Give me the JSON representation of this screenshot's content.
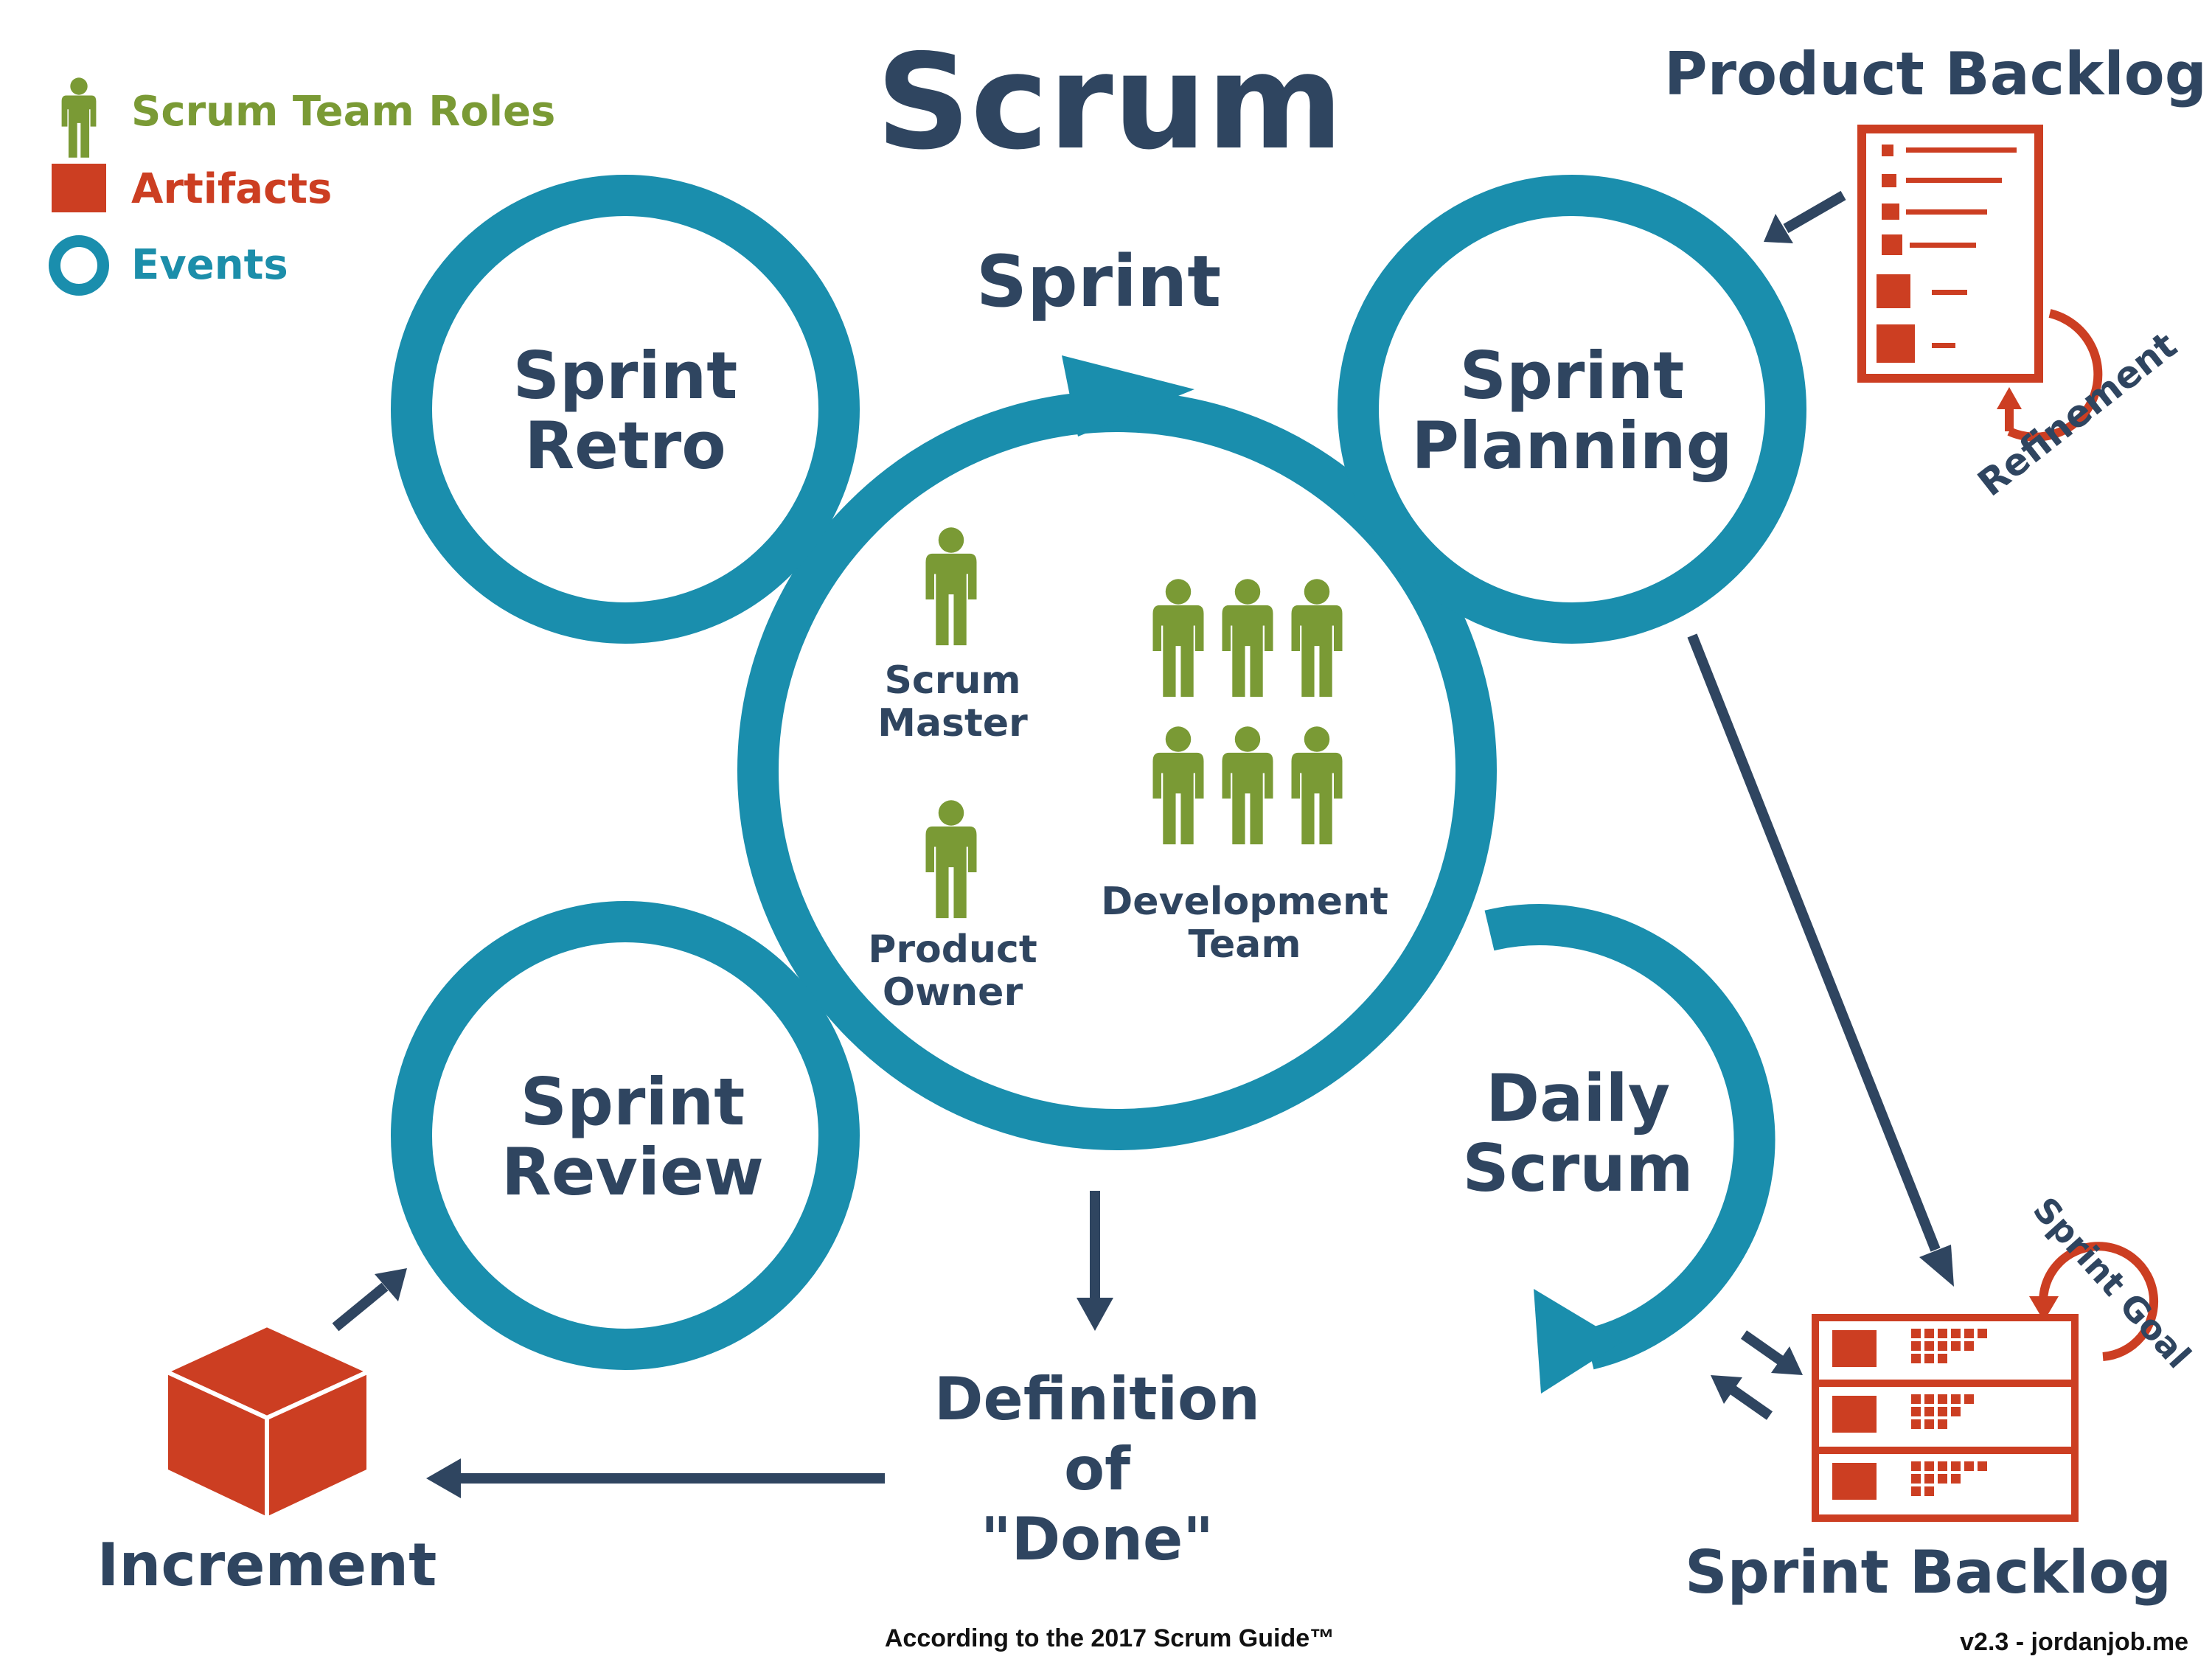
{
  "title": "Scrum",
  "legend": {
    "roles": "Scrum Team Roles",
    "artifacts": "Artifacts",
    "events": "Events",
    "roles_icon": "person-icon",
    "artifacts_icon": "red-square-icon",
    "events_icon": "ring-icon"
  },
  "events": {
    "sprint": "Sprint",
    "retro": [
      "Sprint",
      "Retro"
    ],
    "planning": [
      "Sprint",
      "Planning"
    ],
    "review": [
      "Sprint",
      "Review"
    ],
    "daily": [
      "Daily",
      "Scrum"
    ]
  },
  "roles": {
    "scrum_master": [
      "Scrum",
      "Master"
    ],
    "product_owner": [
      "Product",
      "Owner"
    ],
    "dev_team": [
      "Development",
      "Team"
    ]
  },
  "artifacts": {
    "product_backlog": "Product Backlog",
    "refinement": "Refinement",
    "sprint_backlog": "Sprint Backlog",
    "sprint_goal": "Sprint Goal",
    "increment": "Increment"
  },
  "definition_of_done": [
    "Definition",
    "of",
    "\"Done\""
  ],
  "footer": {
    "source": "According to the 2017 Scrum Guide™",
    "version": "v2.3 -  jordanjob.me"
  },
  "colors": {
    "navy": "#2f4560",
    "teal": "#1a8ead",
    "green": "#7a9a35",
    "red": "#cc3e22"
  }
}
